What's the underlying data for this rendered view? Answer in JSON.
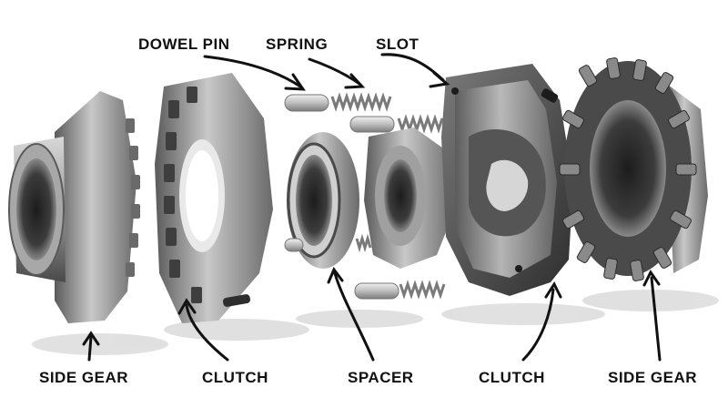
{
  "labels": {
    "dowel_pin": "DOWEL PIN",
    "spring": "SPRING",
    "slot": "SLOT",
    "side_gear_left": "SIDE GEAR",
    "clutch_left": "CLUTCH",
    "spacer": "SPACER",
    "clutch_right": "CLUTCH",
    "side_gear_right": "SIDE GEAR"
  },
  "colors": {
    "label": "#111111",
    "arrow": "#111111",
    "metal_light": "#c4c4c4",
    "metal_mid": "#8e8e8e",
    "metal_dark": "#3a3a3a",
    "shadow": "#d6d6d6"
  }
}
